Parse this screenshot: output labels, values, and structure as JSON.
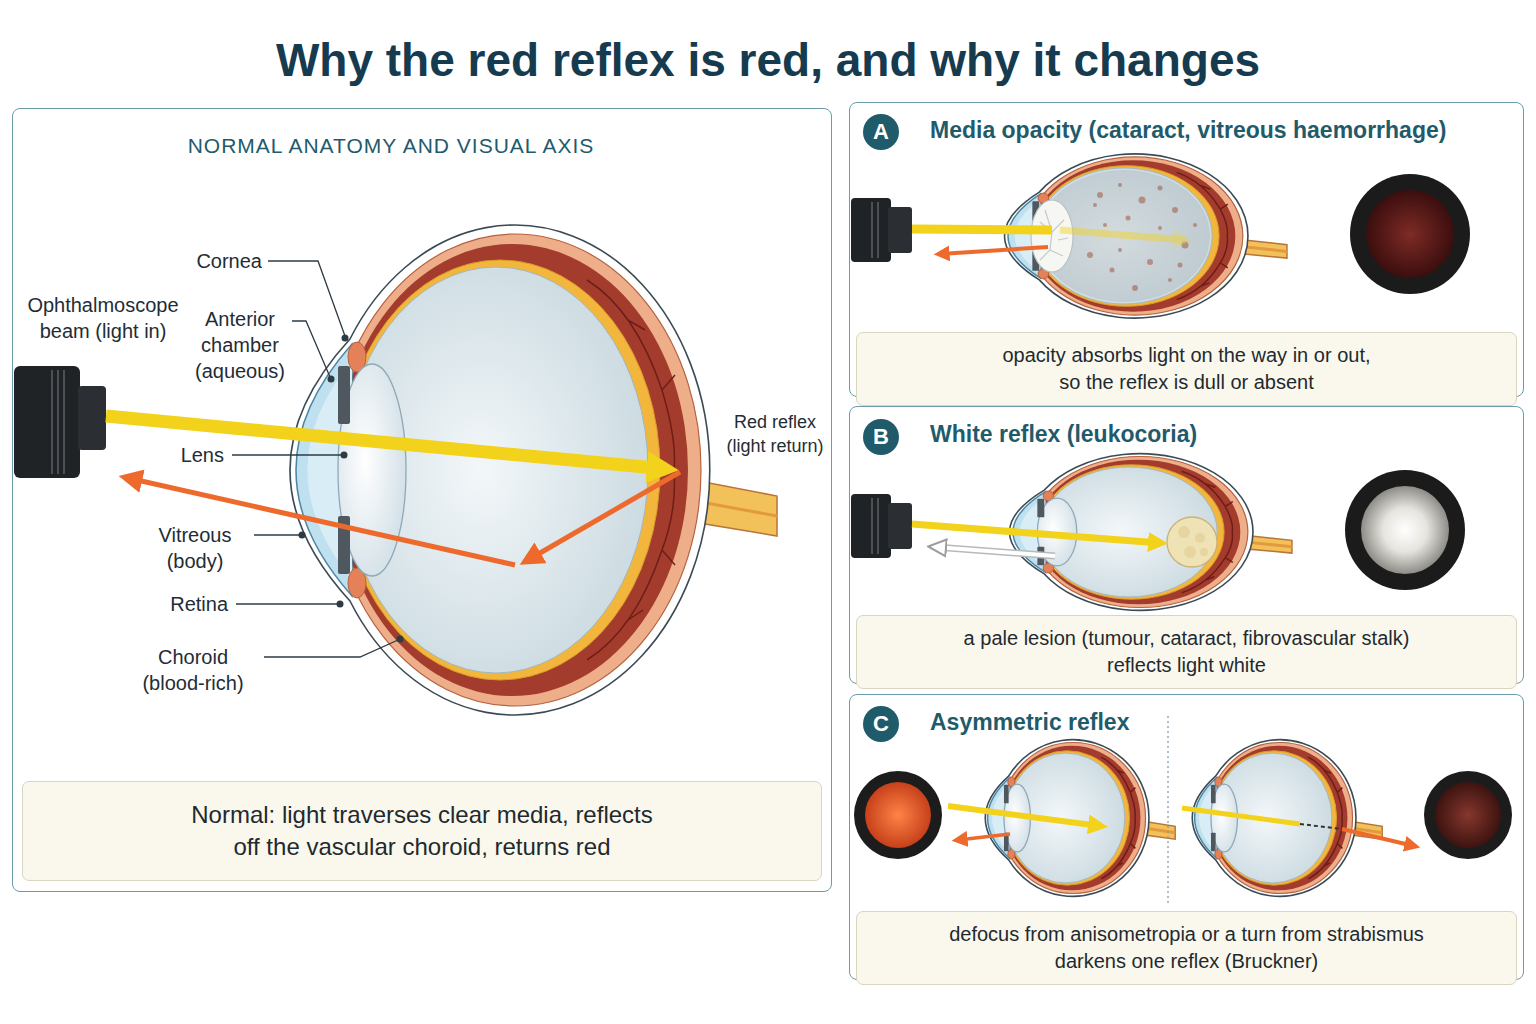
{
  "diagram": {
    "title": "Why the red reflex is red, and why it changes",
    "nodes": [
      {
        "text": [
          "NORMAL ANATOMY AND VISUAL AXIS"
        ]
      },
      {
        "text": [
          "Normal: light traverses clear media, reflects off the vascular choroid, returns red"
        ],
        "in": 0
      },
      {
        "text": [
          "Media opacity (cataract, vitreous haemorrhage)"
        ]
      },
      {
        "text": [
          "A"
        ],
        "in": 2
      },
      {
        "text": [
          "opacity absorbs light on the way in or out, so the reflex is dull or absent"
        ],
        "in": 2
      },
      {
        "text": [
          "White reflex (leukocoria)"
        ]
      },
      {
        "text": [
          "B"
        ],
        "in": 5
      },
      {
        "text": [
          "a pale lesion (tumour, cataract, fibrovascular stalk) reflects light white"
        ],
        "in": 5
      },
      {
        "text": [
          "Asymmetric reflex"
        ]
      },
      {
        "text": [
          "C"
        ],
        "in": 8
      },
      {
        "text": [
          "defocus from anisometropia or a turn from strabismus darkens one reflex (Bruckner)"
        ],
        "in": 8
      }
    ],
    "labels": [
      "Cornea",
      "Ophthalmoscope beam (light in)",
      "Anterior chamber (aqueous)",
      "Lens",
      "Vitreous (body)",
      "Retina",
      "Choroid (blood-rich)",
      "Red reflex (light return)"
    ]
  }
}
